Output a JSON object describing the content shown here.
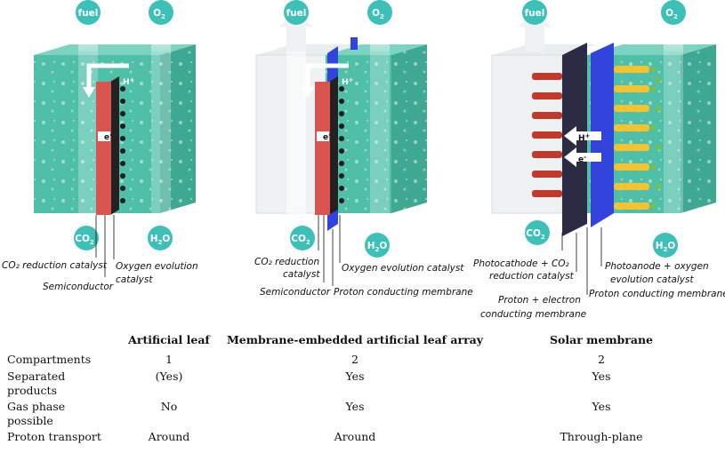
{
  "panels": [
    {
      "bubbles": {
        "fuel": "fuel",
        "o2": "O",
        "o2_sub": "2",
        "co2": "CO",
        "co2_sub": "2",
        "h2o_a": "H",
        "h2o_sub": "2",
        "h2o_b": "O"
      },
      "labels": {
        "co2_catalyst": "CO₂ reduction catalyst",
        "oxygen_line1": "Oxygen evolution",
        "oxygen_line2": "catalyst",
        "semiconductor": "Semiconductor"
      },
      "particles": {
        "electron": "e",
        "electron_sup": "-",
        "proton": "H",
        "proton_sup": "+"
      }
    },
    {
      "bubbles": {
        "fuel": "fuel",
        "o2": "O",
        "o2_sub": "2",
        "co2": "CO",
        "co2_sub": "2",
        "h2o_a": "H",
        "h2o_sub": "2",
        "h2o_b": "O"
      },
      "labels": {
        "co2_line1": "CO₂ reduction",
        "co2_line2": "catalyst",
        "oxygen": "Oxygen evolution catalyst",
        "semiconductor": "Semiconductor",
        "membrane": "Proton conducting membrane"
      },
      "particles": {
        "electron": "e",
        "electron_sup": "-",
        "proton": "H",
        "proton_sup": "+"
      }
    },
    {
      "bubbles": {
        "fuel": "fuel",
        "o2": "O",
        "o2_sub": "2",
        "co2": "CO",
        "co2_sub": "2",
        "h2o_a": "H",
        "h2o_sub": "2",
        "h2o_b": "O"
      },
      "labels": {
        "photocathode_line1": "Photocathode + CO₂",
        "photocathode_line2": "reduction catalyst",
        "photoanode_line1": "Photoanode + oxygen",
        "photoanode_line2": "evolution catalyst",
        "pe_membrane_line1": "Proton + electron",
        "pe_membrane_line2": "conducting membrane",
        "p_membrane": "Proton conducting membrane"
      },
      "particles": {
        "electron": "e",
        "electron_sup": "-",
        "proton": "H",
        "proton_sup": "+"
      }
    }
  ],
  "table": {
    "headers": [
      "",
      "Artificial leaf",
      "Membrane-embedded artificial leaf array",
      "Solar membrane"
    ],
    "rows": [
      {
        "label": "Compartments",
        "values": [
          "1",
          "2",
          "2"
        ]
      },
      {
        "label_line1": "Separated",
        "label_line2": "products",
        "values": [
          "(Yes)",
          "Yes",
          "Yes"
        ]
      },
      {
        "label_line1": "Gas phase",
        "label_line2": "possible",
        "values": [
          "No",
          "Yes",
          "Yes"
        ]
      },
      {
        "label": "Proton transport",
        "values": [
          "Around",
          "Around",
          "Through-plane"
        ]
      }
    ]
  },
  "colors": {
    "water": "#4fbfa8",
    "water_top": "#7dd3c2",
    "bubble": "#3cc0b8",
    "semiconductor": "#d9534f",
    "membrane_blue": "#3344dd",
    "photoanode_yellow": "#f2c230",
    "anode_green": "#7bc043",
    "membrane_dark": "#2b2b44"
  }
}
